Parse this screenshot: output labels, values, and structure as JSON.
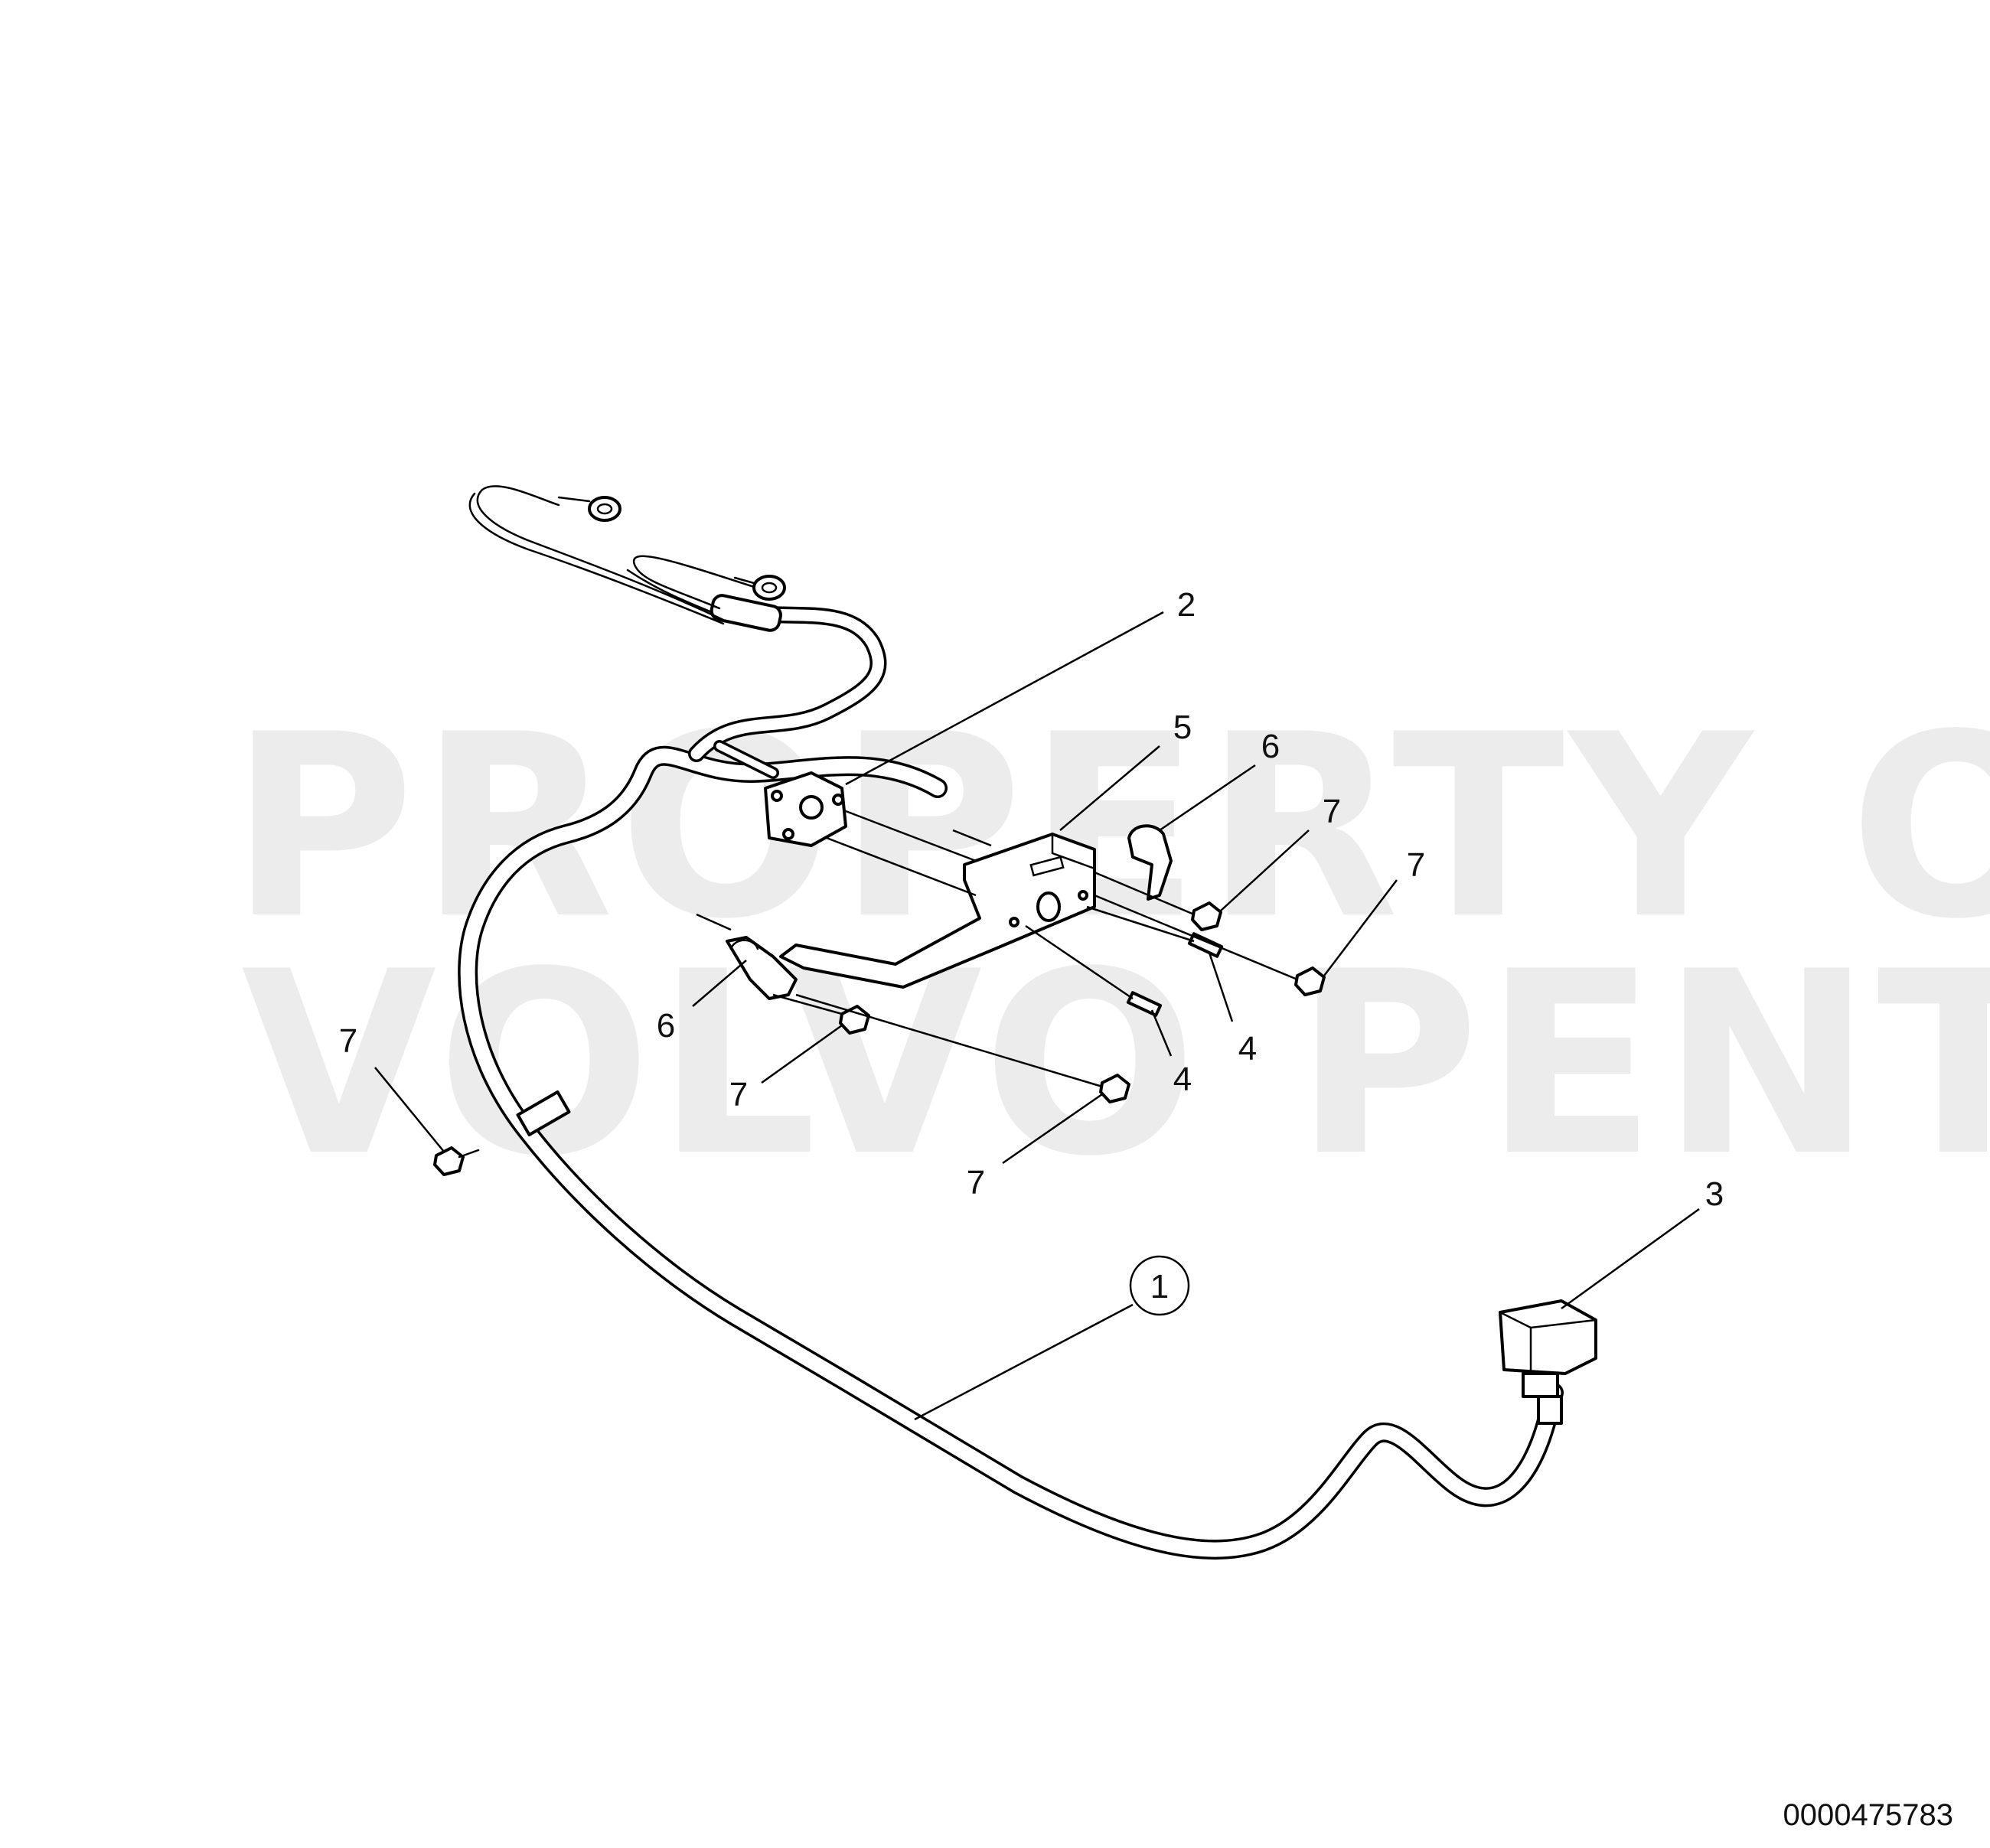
{
  "watermark": {
    "line1": "PROPERTY OF",
    "line2": "VOLVO PENTA"
  },
  "document_number": "0000475783",
  "callouts": [
    {
      "id": "c-1",
      "text": "1",
      "circled": true
    },
    {
      "id": "c-2",
      "text": "2"
    },
    {
      "id": "c-3",
      "text": "3"
    },
    {
      "id": "c-4a",
      "text": "4"
    },
    {
      "id": "c-4b",
      "text": "4"
    },
    {
      "id": "c-5",
      "text": "5"
    },
    {
      "id": "c-6a",
      "text": "6"
    },
    {
      "id": "c-6b",
      "text": "6"
    },
    {
      "id": "c-7a",
      "text": "7"
    },
    {
      "id": "c-7b",
      "text": "7"
    },
    {
      "id": "c-7c",
      "text": "7"
    },
    {
      "id": "c-7d",
      "text": "7"
    },
    {
      "id": "c-7e",
      "text": "7"
    }
  ],
  "colors": {
    "line": "#000000",
    "watermark": "#ececec",
    "background": "#ffffff"
  }
}
